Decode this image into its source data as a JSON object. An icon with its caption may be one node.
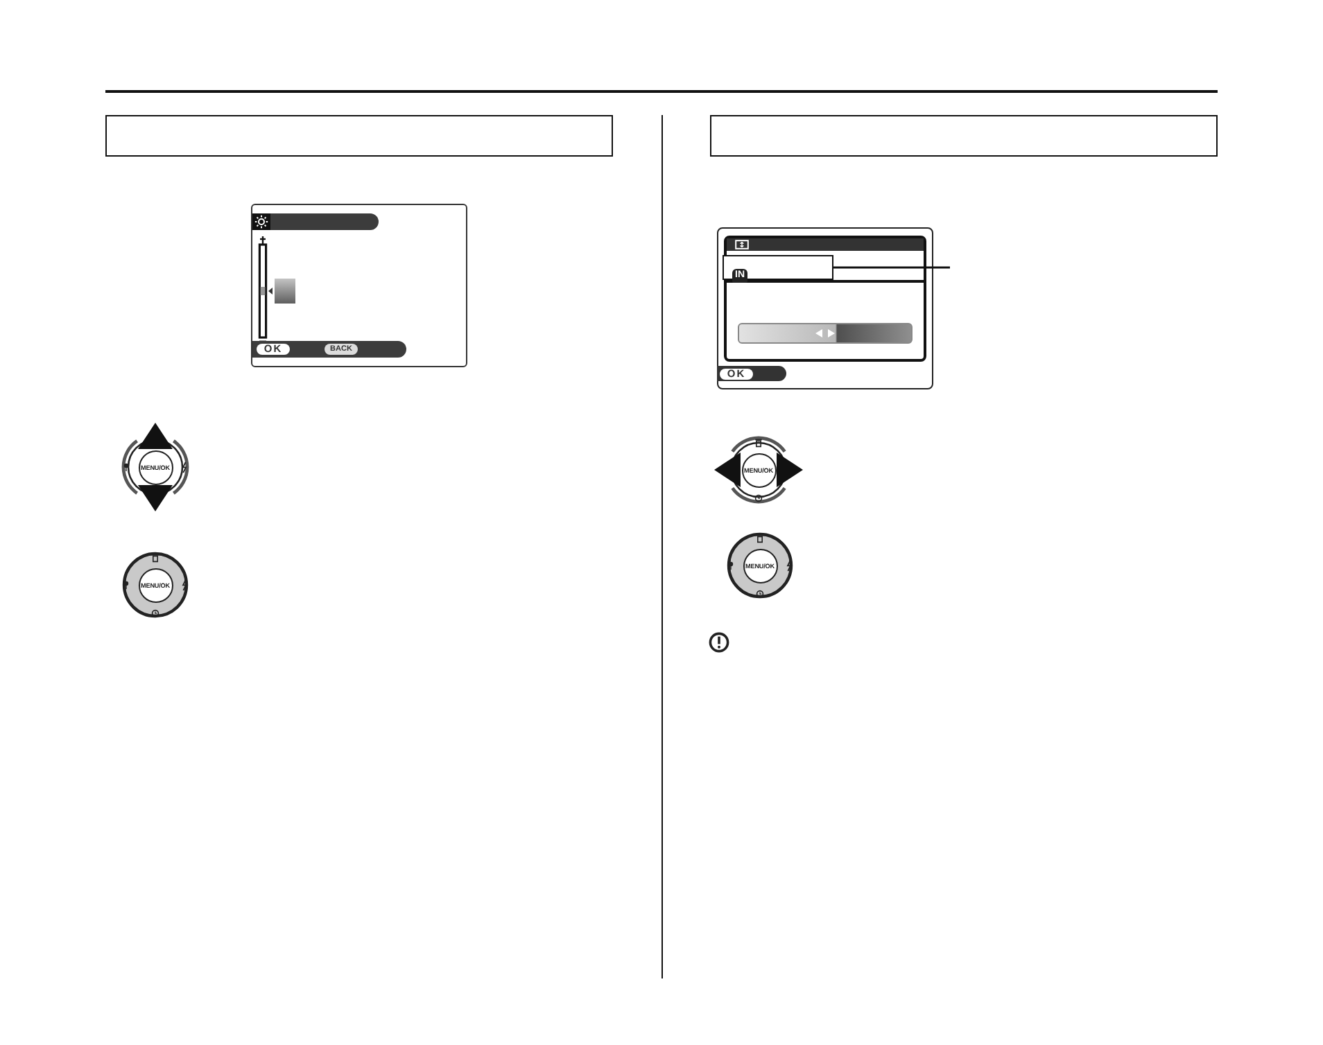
{
  "diagram": {
    "nodes": [
      {
        "text": [],
        "shape": "box"
      },
      {
        "text": [],
        "shape": "box"
      },
      {
        "text": [
          "IN"
        ]
      }
    ],
    "edges": [
      {
        "from": null,
        "to": 2,
        "arrow": "none"
      }
    ],
    "labels": [
      "OK",
      "BACK",
      "MENU/OK",
      "MENU/OK",
      "OK",
      "MENU/OK",
      "MENU/OK"
    ]
  }
}
